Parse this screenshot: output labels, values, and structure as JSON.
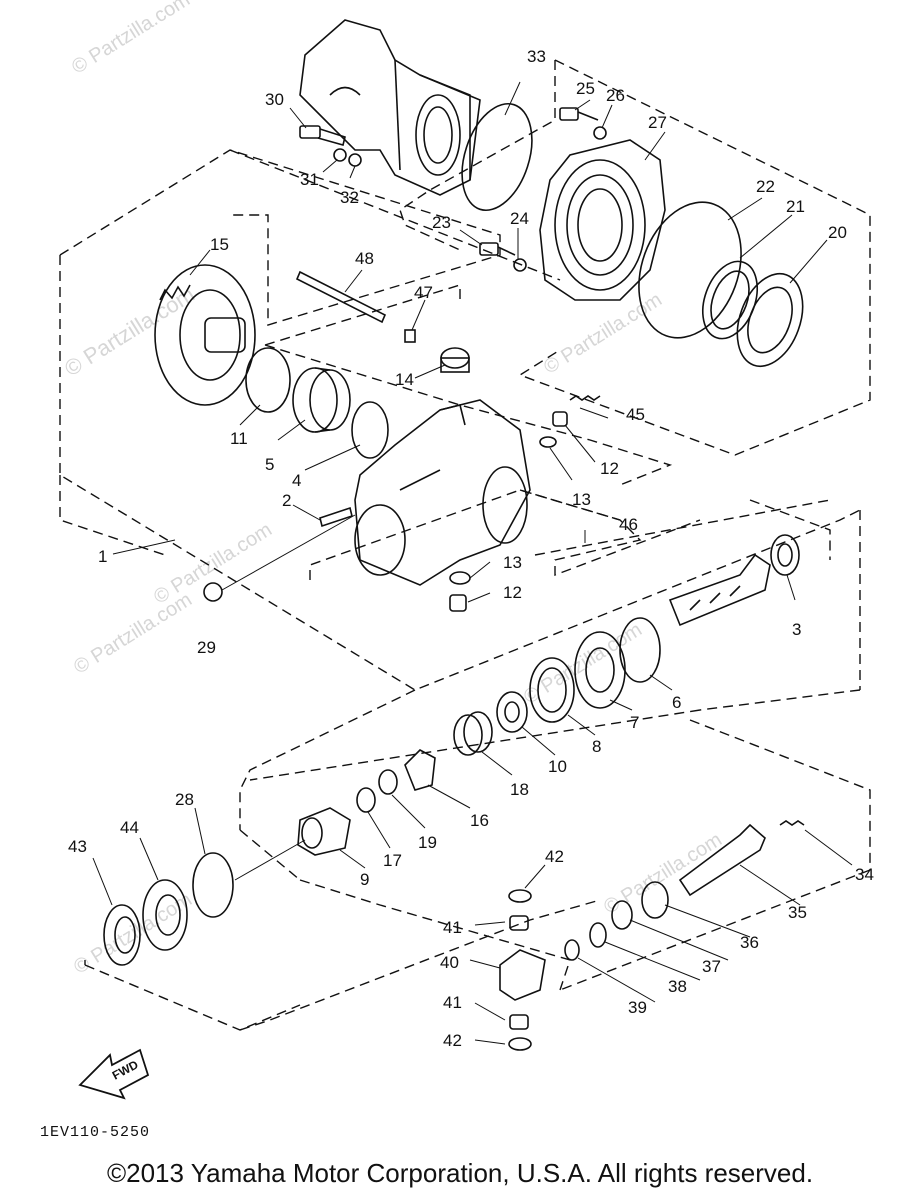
{
  "diagram": {
    "reference_code": "1EV110-5250",
    "copyright": "©2013 Yamaha Motor Corporation, U.S.A. All rights reserved.",
    "watermark": "© Partzilla.com",
    "fwd_label": "FWD",
    "callouts": [
      "1",
      "2",
      "3",
      "4",
      "5",
      "6",
      "7",
      "8",
      "9",
      "10",
      "11",
      "12",
      "12",
      "13",
      "13",
      "14",
      "15",
      "16",
      "17",
      "18",
      "19",
      "20",
      "21",
      "22",
      "23",
      "24",
      "25",
      "26",
      "27",
      "28",
      "29",
      "30",
      "31",
      "32",
      "33",
      "34",
      "35",
      "36",
      "37",
      "38",
      "39",
      "40",
      "41",
      "41",
      "42",
      "42",
      "43",
      "44",
      "45",
      "46",
      "47",
      "48"
    ]
  }
}
